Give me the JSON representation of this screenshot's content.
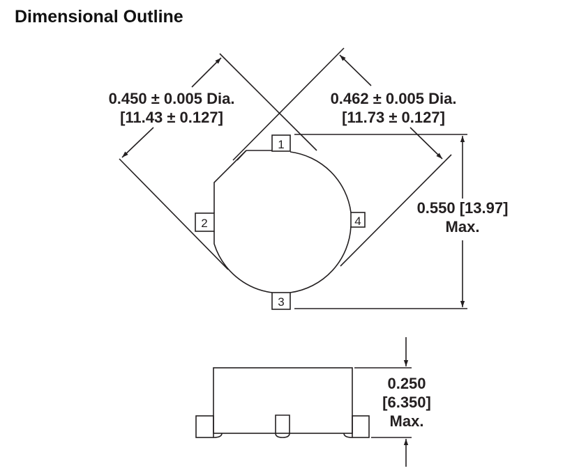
{
  "title": "Dimensional Outline",
  "top_view": {
    "dia_left": {
      "line1": "0.450 ± 0.005 Dia.",
      "line2": "[11.43 ± 0.127]"
    },
    "dia_right": {
      "line1": "0.462 ± 0.005 Dia.",
      "line2": "[11.73 ± 0.127]"
    },
    "height": {
      "line1": "0.550  [13.97]",
      "line2": "Max."
    },
    "pins": [
      "1",
      "2",
      "3",
      "4"
    ]
  },
  "side_view": {
    "height": {
      "line1": "0.250",
      "line2": "[6.350]",
      "line3": "Max."
    }
  }
}
